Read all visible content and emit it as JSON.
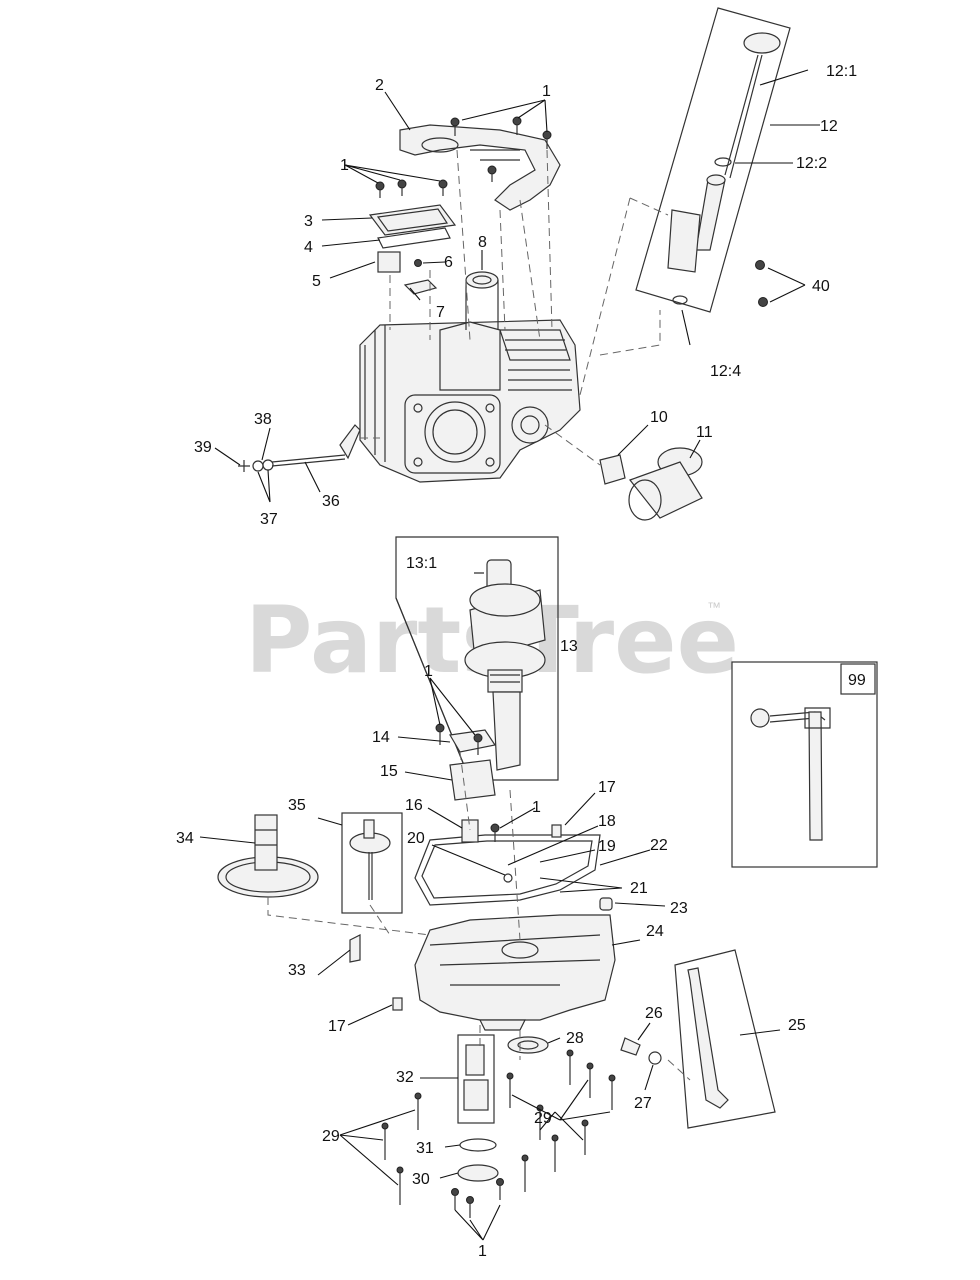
{
  "watermark": {
    "text": "PartsTree",
    "tm": "™"
  },
  "callouts": {
    "c1a": "1",
    "c1b": "1",
    "c1c": "1",
    "c1d": "1",
    "c2": "2",
    "c3": "3",
    "c4": "4",
    "c5": "5",
    "c6": "6",
    "c7": "7",
    "c8": "8",
    "c10": "10",
    "c11": "11",
    "c12": "12",
    "c12_1": "12:1",
    "c12_2": "12:2",
    "c12_4": "12:4",
    "c13": "13",
    "c13_1": "13:1",
    "c14": "14",
    "c15": "15",
    "c16": "16",
    "c17a": "17",
    "c17b": "17",
    "c18": "18",
    "c19": "19",
    "c20": "20",
    "c21": "21",
    "c22": "22",
    "c23": "23",
    "c24": "24",
    "c25": "25",
    "c26": "26",
    "c27": "27",
    "c28": "28",
    "c29a": "29",
    "c29b": "29",
    "c30": "30",
    "c31": "31",
    "c32": "32",
    "c33": "33",
    "c34": "34",
    "c35": "35",
    "c36": "36",
    "c37": "37",
    "c38": "38",
    "c39": "39",
    "c40": "40",
    "c99": "99"
  }
}
